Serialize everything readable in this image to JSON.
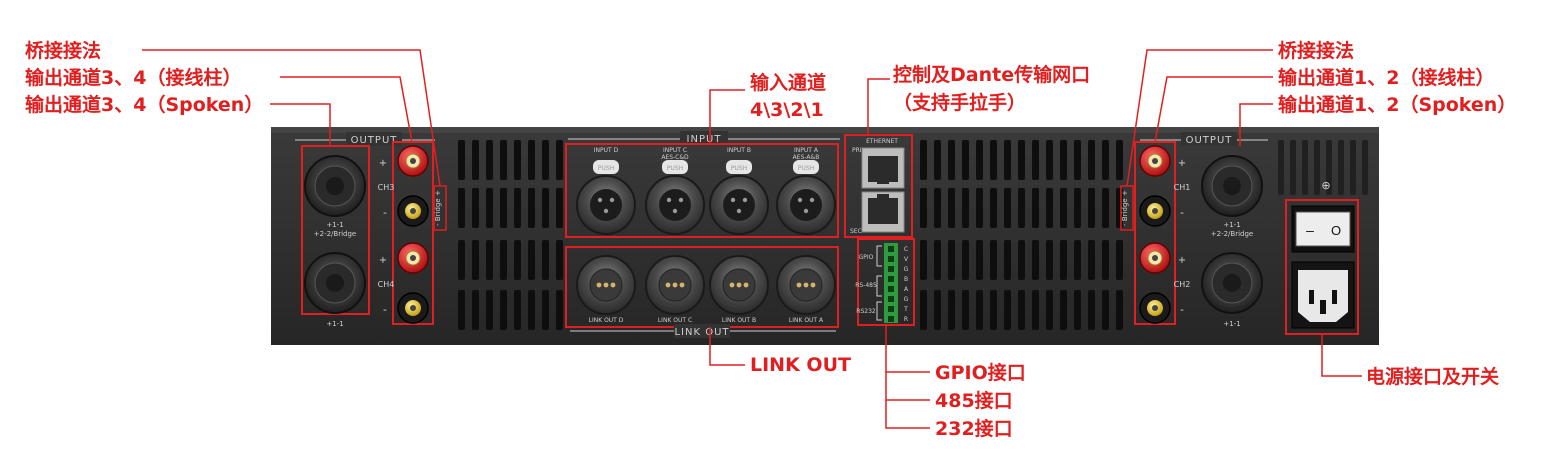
{
  "callouts": {
    "bridge_left": "桥接接法",
    "terminal_left": "输出通道3、4（接线柱）",
    "speakon_left": "输出通道3、4（Spoken）",
    "input_title": "输入通道",
    "input_order": "4\\3\\2\\1",
    "network_title": "控制及Dante传输网口",
    "network_sub": "（支持手拉手）",
    "bridge_right": "桥接接法",
    "terminal_right": "输出通道1、2（接线柱）",
    "speakon_right": "输出通道1、2（Spoken）",
    "link_out": "LINK OUT",
    "gpio": "GPIO接口",
    "rs485": "485接口",
    "rs232": "232接口",
    "power": "电源接口及开关"
  },
  "panel": {
    "output": "OUTPUT",
    "input": "INPUT",
    "link_out": "LINK OUT",
    "ethernet": "ETHERNET",
    "pri": "PRI",
    "sec": "SEC",
    "gpio": "GPIO",
    "rs485": "RS-485",
    "rs232": "RS232",
    "push": "PUSH",
    "bridge": "- Bridge +",
    "plus": "+",
    "minus": "-",
    "ch1": "CH1",
    "ch2": "CH2",
    "ch3": "CH3",
    "ch4": "CH4",
    "speakon_a_label": "+1-1",
    "speakon_a_sub": "+2-2/Bridge",
    "speakon_b_label": "+1-1",
    "ground": "⊕",
    "switch_off": "–",
    "switch_on": "O",
    "input_labels": [
      "INPUT D",
      "INPUT C",
      "INPUT B",
      "INPUT A"
    ],
    "input_sublabels": [
      "",
      "AES-C&D",
      "",
      "AES-A&B"
    ],
    "link_labels": [
      "LINK OUT D",
      "LINK OUT C",
      "LINK OUT B",
      "LINK OUT A"
    ],
    "terminal_pins": [
      "C",
      "V",
      "G",
      "B",
      "A",
      "G",
      "T",
      "R"
    ]
  },
  "colors": {
    "callout_red": "#e02020",
    "chassis": "#2e2e2e",
    "terminal_green": "#2f9a3e",
    "binding_red": "#d41e1e",
    "binding_yellow": "#e8c020"
  }
}
